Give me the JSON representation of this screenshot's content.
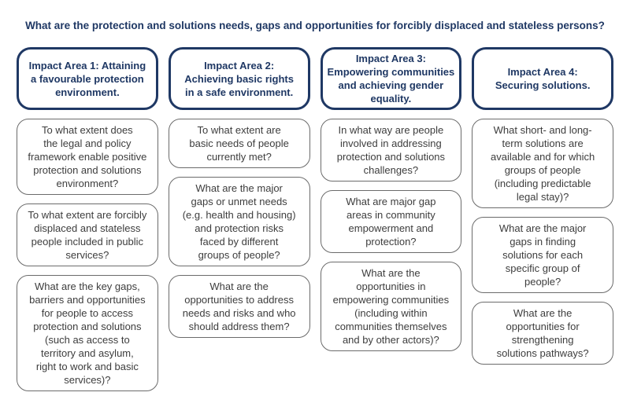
{
  "title": "What are the protection and solutions needs, gaps and opportunities for forcibly displaced and stateless persons?",
  "colors": {
    "navy": "#1F3864",
    "question_border": "#6B6B6B",
    "question_text": "#3D3D3D",
    "background": "#FFFFFF"
  },
  "columns": [
    {
      "header": "Impact Area 1: Attaining\na favourable protection\nenvironment.",
      "questions": [
        "To what extent does\nthe legal and policy\nframework enable positive\nprotection and solutions\nenvironment?",
        "To what extent are forcibly\ndisplaced and stateless\npeople included in public\nservices?",
        "What are the key gaps,\nbarriers and opportunities\nfor people to access\nprotection and solutions\n(such as access to\nterritory and asylum,\nright to work and basic\nservices)?"
      ]
    },
    {
      "header": "Impact Area 2:\nAchieving basic rights\nin a safe environment.",
      "questions": [
        "To what extent are\nbasic needs of people\ncurrently met?",
        "What are the major\ngaps or unmet needs\n(e.g. health and housing)\nand protection risks\nfaced by different\ngroups of people?",
        "What are the\nopportunities to address\nneeds and risks and who\nshould address them?"
      ]
    },
    {
      "header": "Impact Area 3:\nEmpowering communities\nand achieving gender\nequality.",
      "questions": [
        "In what way are people\ninvolved in addressing\nprotection and solutions\nchallenges?",
        "What are major gap\nareas in community\nempowerment and\nprotection?",
        "What are the\nopportunities in\nempowering communities\n(including within\ncommunities themselves\nand by other actors)?"
      ]
    },
    {
      "header": "Impact Area 4:\nSecuring solutions.",
      "questions": [
        "What short- and long-\nterm solutions are\navailable and for which\ngroups of people\n(including predictable\nlegal stay)?",
        "What are the major\ngaps in finding\nsolutions for each\nspecific group of\npeople?",
        "What are the\nopportunities for\nstrengthening\nsolutions pathways?"
      ]
    }
  ]
}
